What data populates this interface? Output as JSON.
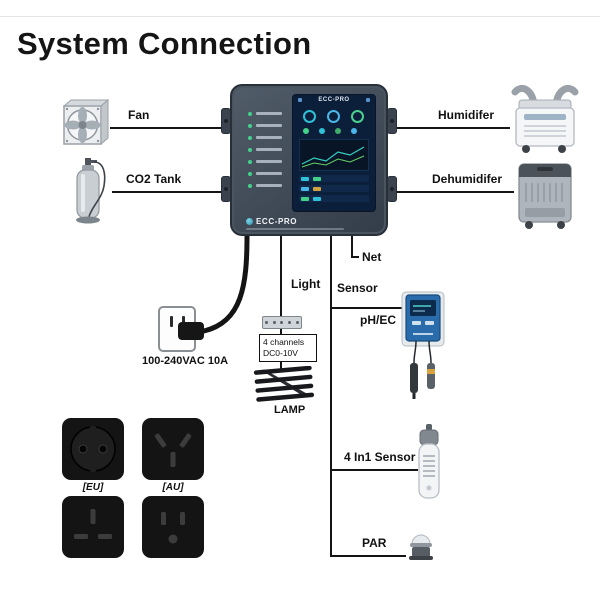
{
  "title": "System Connection",
  "controller": {
    "screen_title": "ECC-PRO",
    "brand": "ECC-PRO"
  },
  "left_devices": {
    "fan_label": "Fan",
    "co2_label": "CO2 Tank"
  },
  "right_devices": {
    "humidifier_label": "Humidifer",
    "dehumidifier_label": "Dehumidifer"
  },
  "power": {
    "label": "100-240VAC  10A"
  },
  "light_channel": {
    "label": "Light",
    "channels_line1": "4 channels",
    "channels_line2": "DC0-10V",
    "lamp_label": "LAMP"
  },
  "sensor_channel": {
    "label": "Sensor",
    "net_label": "Net",
    "ph_label": "pH/EC",
    "four_in_one_label": "4 In1 Sensor",
    "par_label": "PAR"
  },
  "sockets": {
    "eu_label": "[EU]",
    "au_label": "[AU]"
  },
  "colors": {
    "line": "#151515",
    "controller_body": "#3c4653",
    "screen_bg": "#0c1f3a",
    "accent_cyan": "#2fc1d8",
    "accent_green": "#43d18a"
  }
}
